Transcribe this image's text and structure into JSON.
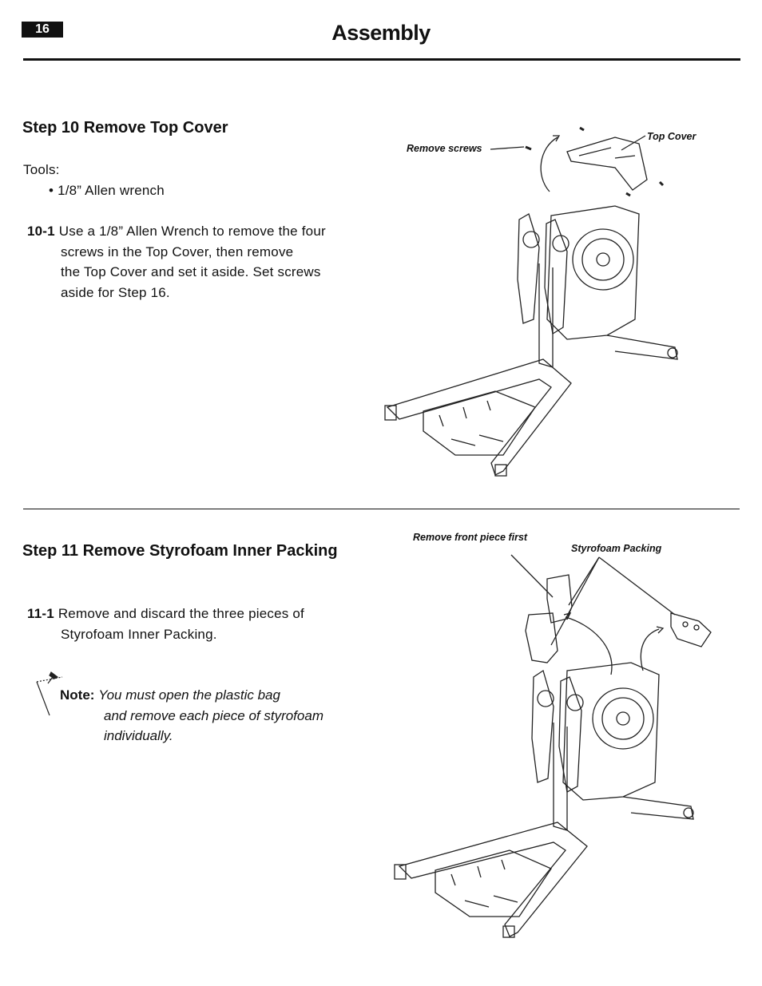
{
  "header": {
    "page_number": "16",
    "title": "Assembly"
  },
  "step10": {
    "heading": "Step 10  Remove Top Cover",
    "tools_label": "Tools:",
    "tool_item": "• 1/8” Allen wrench",
    "instruction_number": "10-1",
    "instruction_lines": [
      "Use a 1/8” Allen Wrench to remove the four",
      "screws in the Top Cover, then remove",
      "the Top Cover and set it aside. Set screws",
      "aside for Step 16."
    ],
    "callouts": {
      "remove_screws": "Remove screws",
      "top_cover": "Top Cover"
    }
  },
  "step11": {
    "heading": "Step 11  Remove Styrofoam Inner Packing",
    "instruction_number": "11-1",
    "instruction_lines": [
      "Remove and discard the three pieces of",
      "Styrofoam Inner Packing."
    ],
    "note": {
      "label": "Note:",
      "lines": [
        "You must open the plastic bag",
        "and remove each piece of styrofoam",
        "individually."
      ]
    },
    "callouts": {
      "remove_front_piece": "Remove front piece first",
      "styrofoam_packing": "Styrofoam Packing"
    }
  }
}
